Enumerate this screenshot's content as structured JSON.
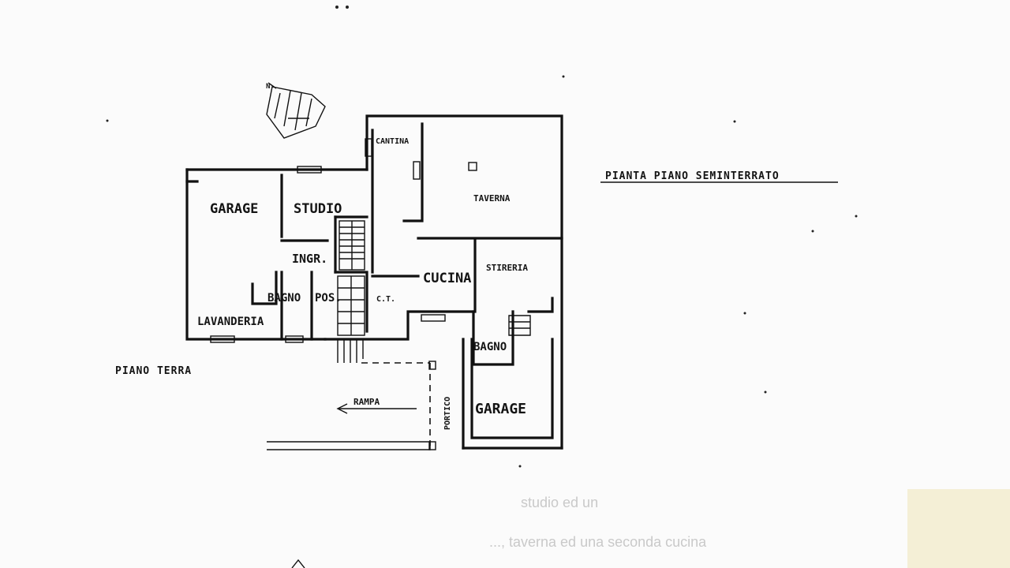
{
  "drawing": {
    "title_semi": "PIANTA PIANO SEMINTERRATO",
    "title_ground": "PIANO TERRA",
    "labels": {
      "garage_left": "GARAGE",
      "studio": "STUDIO",
      "ingresso": "INGR.",
      "bagno_left": "BAGNO",
      "pos": "POS.",
      "lavanderia": "LAVANDERIA",
      "cantina": "CANTINA",
      "taverna": "TAVERNA",
      "cucina": "CUCINA",
      "stireria": "STIRERIA",
      "ct": "C.T.",
      "bagno_right": "BAGNO",
      "garage_right": "GARAGE",
      "rampa": "RAMPA",
      "portico": "PORTICO"
    },
    "faded_text": {
      "line1": "studio ed un",
      "line2": "..., taverna ed una seconda cucina"
    },
    "north_label": "N"
  }
}
